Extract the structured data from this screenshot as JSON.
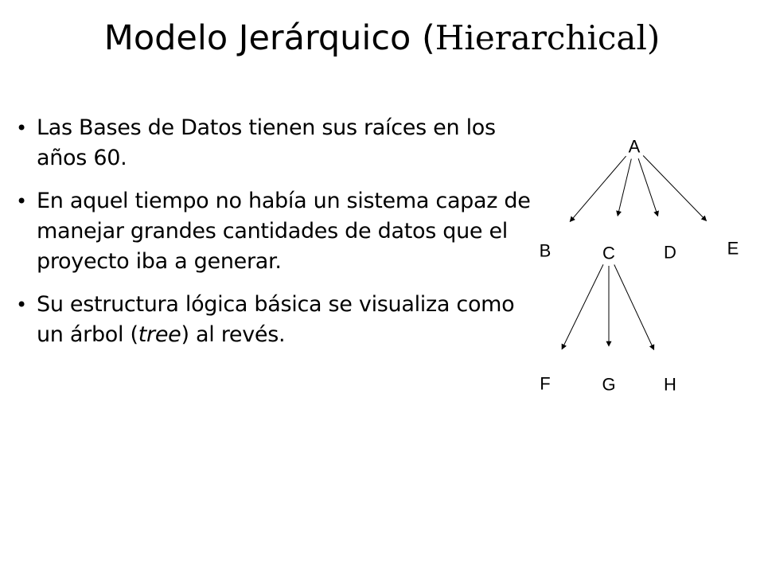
{
  "slide": {
    "title_main": "Modelo Jerárquico (",
    "title_serif": "Hierarchical",
    "title_close": ")",
    "bullets": [
      {
        "parts": [
          {
            "text": "Las Bases de Datos tienen sus raíces en los años 60.",
            "italic": false
          }
        ]
      },
      {
        "parts": [
          {
            "text": "En aquel tiempo no había un sistema capaz de manejar grandes cantidades de datos que el proyecto iba a generar.",
            "italic": false
          }
        ]
      },
      {
        "parts": [
          {
            "text": "Su estructura lógica básica se visualiza como un árbol (",
            "italic": false
          },
          {
            "text": "tree",
            "italic": true
          },
          {
            "text": ") al revés.",
            "italic": false
          }
        ]
      }
    ]
  },
  "tree": {
    "nodes": [
      {
        "id": "A",
        "label": "A"
      },
      {
        "id": "B",
        "label": "B"
      },
      {
        "id": "C",
        "label": "C"
      },
      {
        "id": "D",
        "label": "D"
      },
      {
        "id": "E",
        "label": "E"
      },
      {
        "id": "F",
        "label": "F"
      },
      {
        "id": "G",
        "label": "G"
      },
      {
        "id": "H",
        "label": "H"
      }
    ],
    "edges": [
      {
        "from": "A",
        "to": "B"
      },
      {
        "from": "A",
        "to": "C"
      },
      {
        "from": "A",
        "to": "D"
      },
      {
        "from": "A",
        "to": "E"
      },
      {
        "from": "C",
        "to": "F"
      },
      {
        "from": "C",
        "to": "G"
      },
      {
        "from": "C",
        "to": "H"
      }
    ]
  }
}
